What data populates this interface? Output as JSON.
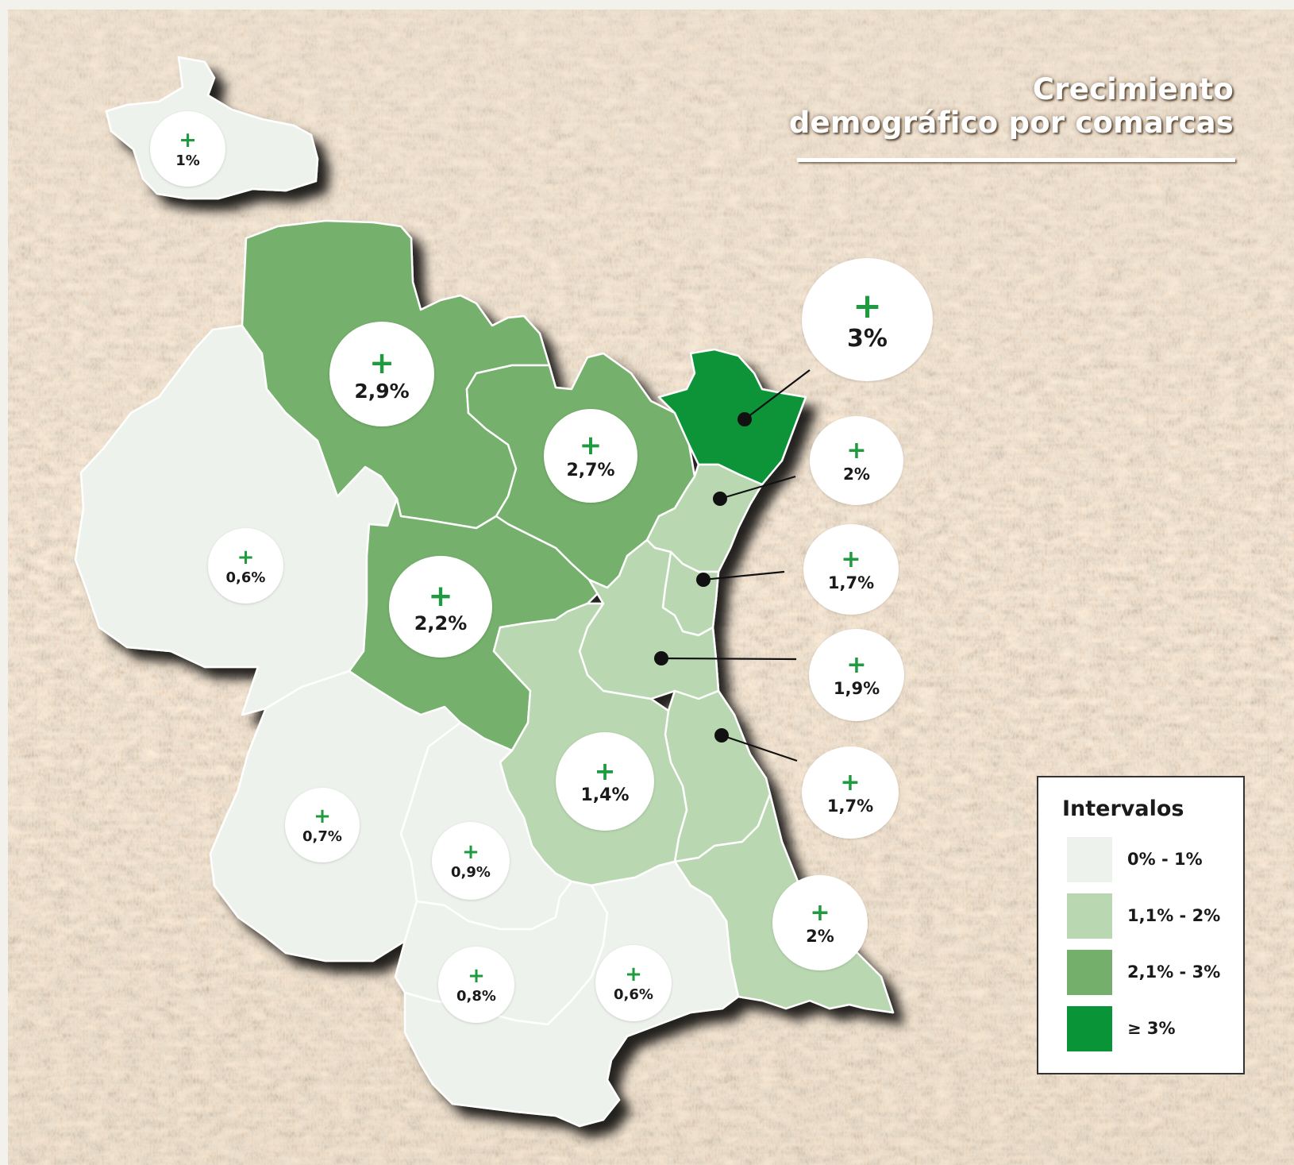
{
  "title_lines": [
    "Crecimiento",
    "demográfico por comarcas"
  ],
  "colors": {
    "class_0_1": "#eef2ec",
    "class_1_2": "#b9d8b1",
    "class_2_3": "#74b06c",
    "class_3_plus": "#0a9438",
    "plus_sign": "#1e9a3f",
    "region_border": "#ffffff"
  },
  "legend": {
    "title": "Intervalos",
    "items": [
      {
        "label": "0% - 1%",
        "color": "#eef2ec"
      },
      {
        "label": "1,1% - 2%",
        "color": "#b9d8b1"
      },
      {
        "label": "2,1% - 3%",
        "color": "#74b06c"
      },
      {
        "label": "≥ 3%",
        "color": "#0a9438"
      }
    ]
  },
  "regions": [
    {
      "id": "rincon-ademuz",
      "class": "class_0_1",
      "value": "1%",
      "icon": "plus-icon"
    },
    {
      "id": "serranos",
      "class": "class_2_3",
      "value": "2,9%",
      "icon": "plus-icon"
    },
    {
      "id": "camp-turia",
      "class": "class_2_3",
      "value": "2,7%",
      "icon": "plus-icon"
    },
    {
      "id": "camp-morvedre",
      "class": "class_3_plus",
      "value": "3%",
      "icon": "plus-icon"
    },
    {
      "id": "horta-nord",
      "class": "class_1_2",
      "value": "2%",
      "icon": "plus-icon"
    },
    {
      "id": "valencia-city",
      "class": "class_1_2",
      "value": "1,7%",
      "icon": "plus-icon"
    },
    {
      "id": "horta-sud",
      "class": "class_1_2",
      "value": "1,9%",
      "icon": "plus-icon"
    },
    {
      "id": "ribera-baixa",
      "class": "class_1_2",
      "value": "1,7%",
      "icon": "plus-icon"
    },
    {
      "id": "requena-utiel",
      "class": "class_0_1",
      "value": "0,6%",
      "icon": "plus-icon"
    },
    {
      "id": "hoya-bunol",
      "class": "class_2_3",
      "value": "2,2%",
      "icon": "plus-icon"
    },
    {
      "id": "ribera-alta",
      "class": "class_1_2",
      "value": "1,4%",
      "icon": "plus-icon"
    },
    {
      "id": "valle-cofrentes",
      "class": "class_0_1",
      "value": "0,7%",
      "icon": "plus-icon"
    },
    {
      "id": "canal-navarres",
      "class": "class_0_1",
      "value": "0,9%",
      "icon": "plus-icon"
    },
    {
      "id": "safor",
      "class": "class_1_2",
      "value": "2%",
      "icon": "plus-icon"
    },
    {
      "id": "costera",
      "class": "class_0_1",
      "value": "0,8%",
      "icon": "plus-icon"
    },
    {
      "id": "vall-albaida",
      "class": "class_0_1",
      "value": "0,6%",
      "icon": "plus-icon"
    }
  ]
}
